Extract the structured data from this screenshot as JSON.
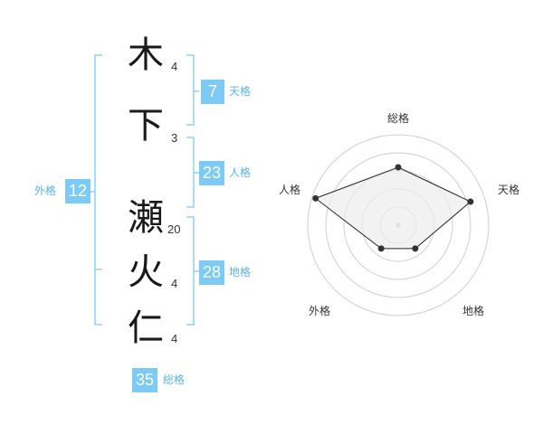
{
  "name": {
    "characters": [
      {
        "char": "木",
        "strokes": "4"
      },
      {
        "char": "下",
        "strokes": "3"
      },
      {
        "char": "瀬",
        "strokes": "20"
      },
      {
        "char": "火",
        "strokes": "4"
      },
      {
        "char": "仁",
        "strokes": "4"
      }
    ]
  },
  "fortunes": {
    "tenkaku": {
      "value": "7",
      "label": "天格"
    },
    "jinkaku": {
      "value": "23",
      "label": "人格"
    },
    "chikaku": {
      "value": "28",
      "label": "地格"
    },
    "gaikaku": {
      "value": "12",
      "label": "外格"
    },
    "soukaku": {
      "value": "35",
      "label": "総格"
    }
  },
  "colors": {
    "accent": "#7ccaf5",
    "accent_text": "#5bb3e8",
    "bracket": "#8fd0f5",
    "radar_fill": "#ececec",
    "radar_line": "#222222",
    "grid": "#cfcfcf"
  },
  "chart_data": {
    "type": "radar",
    "axes": [
      "総格",
      "天格",
      "地格",
      "外格",
      "人格"
    ],
    "values": [
      0.64,
      0.84,
      0.32,
      0.32,
      0.96
    ],
    "range": [
      0,
      1
    ],
    "rings": 5
  }
}
